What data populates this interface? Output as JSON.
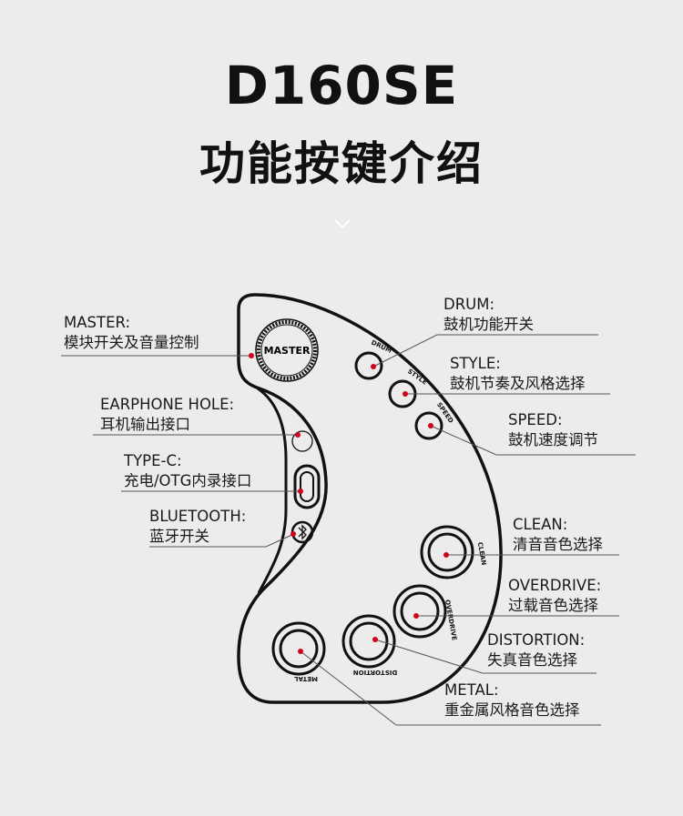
{
  "header": {
    "model": "D160SE",
    "subtitle": "功能按键介绍"
  },
  "accent_color": "#d0021b",
  "device_labels": {
    "master": "MASTER",
    "drum": "DRUM",
    "style": "STYLE",
    "speed": "SPEED",
    "clean": "CLEAN",
    "overdrive": "OVERDRIVE",
    "distortion": "DISTORTION",
    "metal": "METAL"
  },
  "callouts": {
    "master": {
      "title": "MASTER:",
      "desc": "模块开关及音量控制"
    },
    "earphone": {
      "title": "EARPHONE HOLE:",
      "desc": "耳机输出接口"
    },
    "typec": {
      "title": "TYPE-C:",
      "desc": "充电/OTG内录接口"
    },
    "bluetooth": {
      "title": "BLUETOOTH:",
      "desc": "蓝牙开关"
    },
    "drum": {
      "title": "DRUM:",
      "desc": "鼓机功能开关"
    },
    "style": {
      "title": "STYLE:",
      "desc": "鼓机节奏及风格选择"
    },
    "speed": {
      "title": "SPEED:",
      "desc": "鼓机速度调节"
    },
    "clean": {
      "title": "CLEAN:",
      "desc": "清音音色选择"
    },
    "overdrive": {
      "title": "OVERDRIVE:",
      "desc": "过载音色选择"
    },
    "distortion": {
      "title": "DISTORTION:",
      "desc": "失真音色选择"
    },
    "metal": {
      "title": "METAL:",
      "desc": "重金属风格音色选择"
    }
  }
}
